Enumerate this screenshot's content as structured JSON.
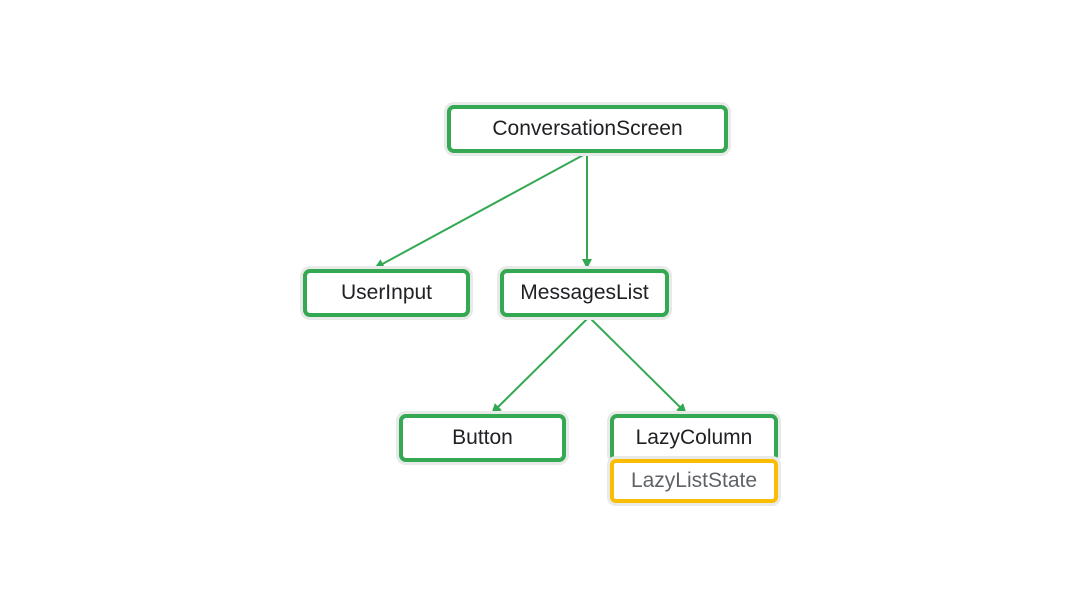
{
  "colors": {
    "composable_border": "#34a853",
    "state_border": "#fbbc04",
    "edge": "#34a853"
  },
  "nodes": {
    "conversation_screen": "ConversationScreen",
    "user_input": "UserInput",
    "messages_list": "MessagesList",
    "button": "Button",
    "lazy_column": "LazyColumn",
    "lazy_list_state": "LazyListState"
  },
  "edges": [
    {
      "from": "ConversationScreen",
      "to": "UserInput"
    },
    {
      "from": "ConversationScreen",
      "to": "MessagesList"
    },
    {
      "from": "MessagesList",
      "to": "Button"
    },
    {
      "from": "MessagesList",
      "to": "LazyColumn"
    }
  ]
}
